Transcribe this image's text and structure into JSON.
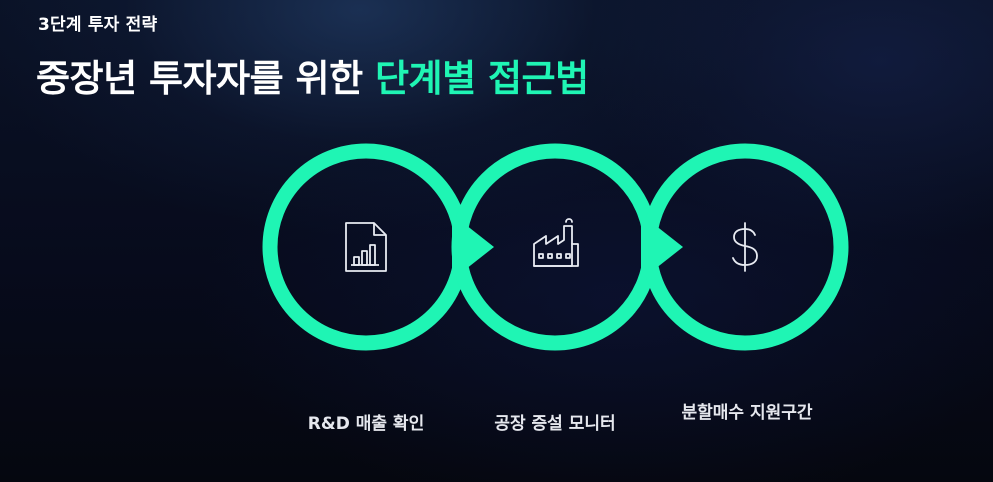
{
  "header": {
    "eyebrow": "3단계 투자 전략",
    "title_main": "중장년 투자자를 위한 ",
    "title_accent": "단계별 접근법"
  },
  "steps": [
    {
      "label": "R&D 매출 확인",
      "icon": "document-chart-icon"
    },
    {
      "label": "공장 증설 모니터",
      "icon": "factory-icon"
    },
    {
      "label": "분할매수 지원구간",
      "icon": "dollar-icon"
    }
  ],
  "colors": {
    "accent": "#1ff5b4",
    "background": "#070b1c",
    "text": "#ffffff"
  }
}
